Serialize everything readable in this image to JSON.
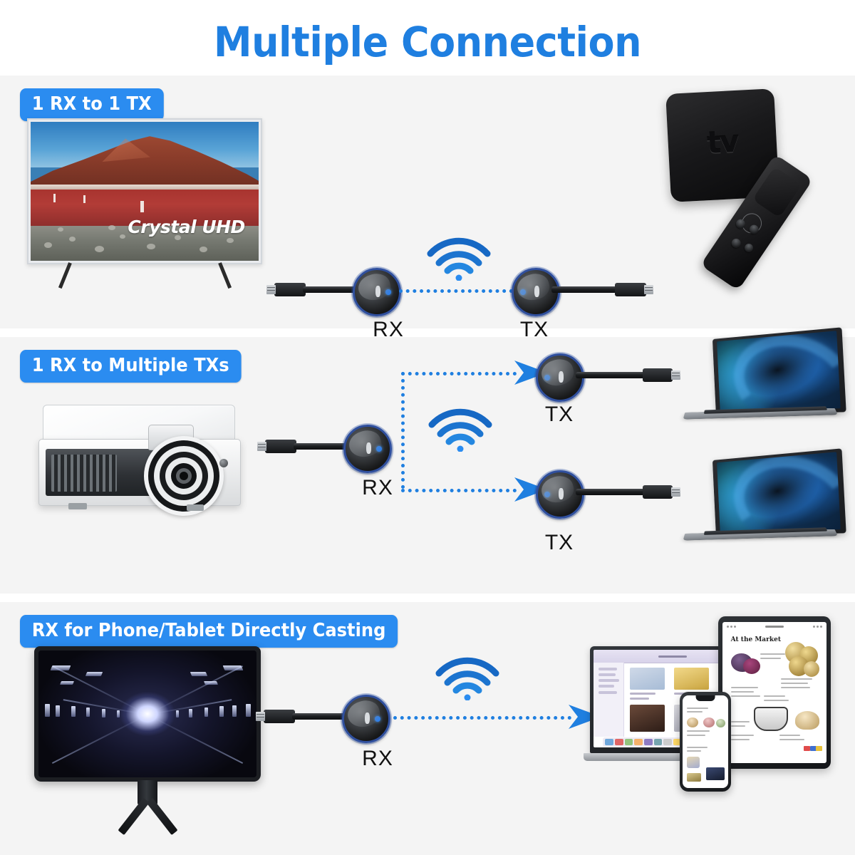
{
  "header": {
    "title": "Multiple Connection",
    "title_color": "#1f7fe0"
  },
  "theme": {
    "accent_blue": "#2b8cf0",
    "line_blue": "#1f7fe0",
    "section_bg": "#f4f4f4",
    "page_bg": "#ffffff"
  },
  "sections": [
    {
      "badge": "1 RX to 1 TX",
      "source_device": {
        "type": "tv",
        "name": "Samsung Crystal UHD TV",
        "screen_logo": "Crystal UHD"
      },
      "receiver": {
        "label": "RX",
        "icon": "wireless-dongle-icon"
      },
      "transmitter": {
        "label": "TX",
        "icon": "wireless-dongle-icon"
      },
      "wireless_icon": "wifi-icon",
      "target_devices": [
        {
          "type": "apple-tv-box",
          "logo": "tv"
        },
        {
          "type": "apple-tv-remote"
        }
      ]
    },
    {
      "badge": "1 RX to Multiple TXs",
      "source_device": {
        "type": "projector",
        "name": "Projector"
      },
      "receiver": {
        "label": "RX",
        "icon": "wireless-dongle-icon"
      },
      "transmitters": [
        {
          "label": "TX",
          "icon": "wireless-dongle-icon"
        },
        {
          "label": "TX",
          "icon": "wireless-dongle-icon"
        }
      ],
      "wireless_icon": "wifi-icon",
      "target_devices": [
        {
          "type": "laptop",
          "name": "Laptop"
        },
        {
          "type": "laptop",
          "name": "Laptop"
        }
      ]
    },
    {
      "badge": "RX for Phone/Tablet Directly Casting",
      "source_device": {
        "type": "gaming-monitor",
        "name": "Curved Gaming Monitor"
      },
      "receiver": {
        "label": "RX",
        "icon": "wireless-dongle-icon"
      },
      "wireless_icon": "wifi-icon",
      "target_devices": [
        {
          "type": "laptop",
          "name": "MacBook"
        },
        {
          "type": "phone",
          "name": "iPhone"
        },
        {
          "type": "tablet",
          "name": "iPad",
          "page_title": "At the Market"
        }
      ]
    }
  ]
}
